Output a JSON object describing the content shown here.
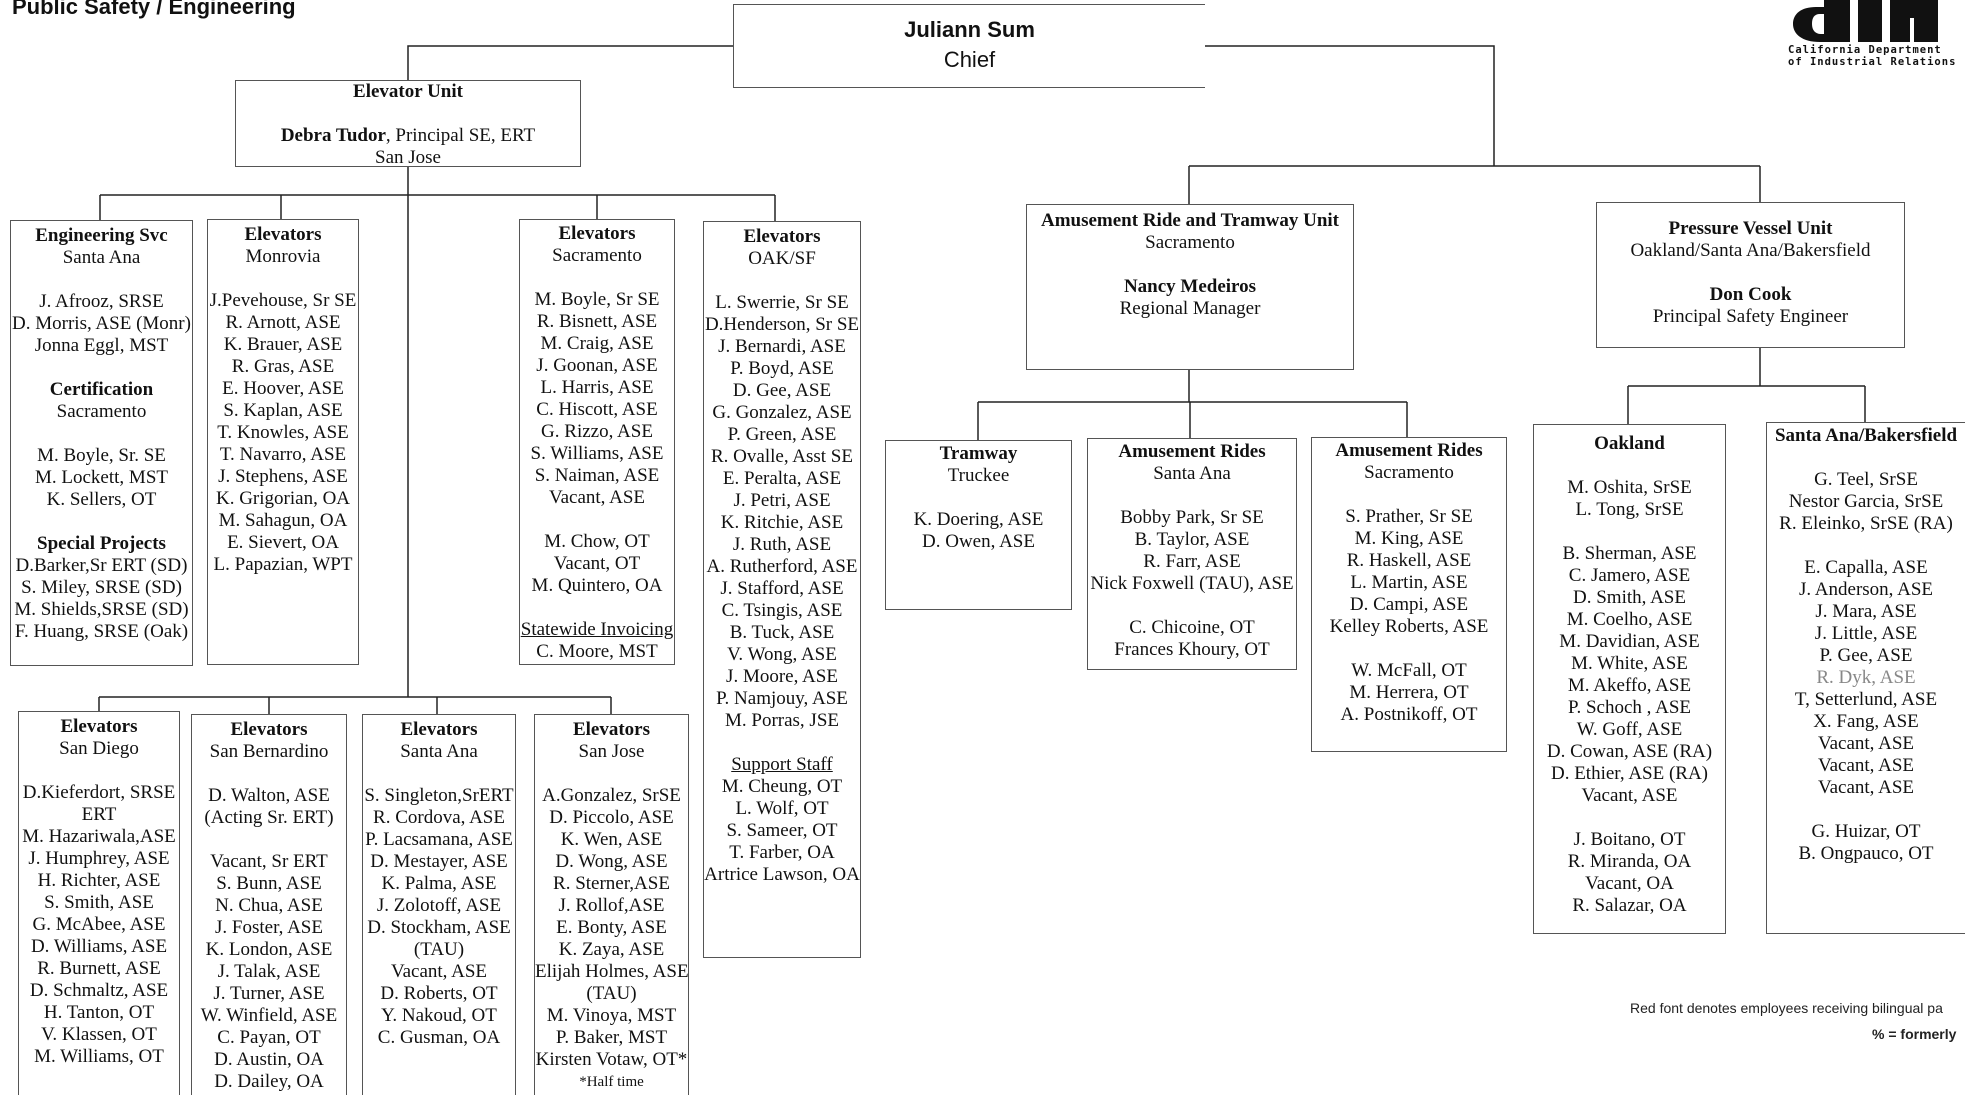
{
  "page_title": "Public Safety / Engineering",
  "logo": {
    "line1": "California Department",
    "line2": "of Industrial Relations"
  },
  "chief": {
    "name": "Juliann Sum",
    "title": "Chief"
  },
  "elevator_unit": {
    "heading": "Elevator Unit",
    "manager_name": "Debra Tudor",
    "manager_title": ", Principal SE, ERT",
    "location": "San Jose"
  },
  "boxes": {
    "engineering_svc": [
      {
        "t": "Engineering Svc",
        "s": "b"
      },
      {
        "t": "Santa Ana"
      },
      {
        "t": ""
      },
      {
        "t": "J. Afrooz, SRSE"
      },
      {
        "t": "D. Morris, ASE (Monr)"
      },
      {
        "t": "Jonna Eggl, MST"
      },
      {
        "t": ""
      },
      {
        "t": "Certification",
        "s": "b"
      },
      {
        "t": "Sacramento"
      },
      {
        "t": ""
      },
      {
        "t": "M. Boyle, Sr. SE"
      },
      {
        "t": "M. Lockett, MST"
      },
      {
        "t": "K. Sellers, OT"
      },
      {
        "t": ""
      },
      {
        "t": "Special Projects",
        "s": "b"
      },
      {
        "t": "D.Barker,Sr ERT (SD)"
      },
      {
        "t": "S. Miley, SRSE (SD)"
      },
      {
        "t": "M. Shields,SRSE (SD)"
      },
      {
        "t": "F. Huang, SRSE (Oak)"
      }
    ],
    "elevators_monrovia": [
      {
        "t": "Elevators",
        "s": "b"
      },
      {
        "t": "Monrovia"
      },
      {
        "t": ""
      },
      {
        "t": "J.Pevehouse, Sr SE"
      },
      {
        "t": "R. Arnott, ASE"
      },
      {
        "t": "K. Brauer, ASE"
      },
      {
        "t": "R. Gras, ASE"
      },
      {
        "t": "E. Hoover, ASE"
      },
      {
        "t": "S. Kaplan, ASE"
      },
      {
        "t": "T. Knowles, ASE"
      },
      {
        "t": "T. Navarro, ASE"
      },
      {
        "t": "J. Stephens, ASE"
      },
      {
        "t": "K. Grigorian, OA"
      },
      {
        "t": "M. Sahagun, OA"
      },
      {
        "t": "E. Sievert, OA"
      },
      {
        "t": "L. Papazian, WPT"
      }
    ],
    "elevators_sacramento": [
      {
        "t": "Elevators",
        "s": "b"
      },
      {
        "t": "Sacramento"
      },
      {
        "t": ""
      },
      {
        "t": "M. Boyle, Sr SE"
      },
      {
        "t": "R. Bisnett, ASE"
      },
      {
        "t": "M. Craig, ASE"
      },
      {
        "t": "J. Goonan, ASE"
      },
      {
        "t": "L. Harris, ASE"
      },
      {
        "t": "C. Hiscott, ASE"
      },
      {
        "t": "G. Rizzo, ASE"
      },
      {
        "t": "S. Williams, ASE"
      },
      {
        "t": "S. Naiman, ASE"
      },
      {
        "t": "Vacant, ASE"
      },
      {
        "t": ""
      },
      {
        "t": "M. Chow, OT"
      },
      {
        "t": "Vacant, OT"
      },
      {
        "t": "M. Quintero, OA"
      },
      {
        "t": ""
      },
      {
        "t": "Statewide Invoicing",
        "s": "u"
      },
      {
        "t": "C. Moore, MST"
      }
    ],
    "elevators_oaksf": [
      {
        "t": "Elevators",
        "s": "b"
      },
      {
        "t": "OAK/SF"
      },
      {
        "t": ""
      },
      {
        "t": "L. Swerrie, Sr SE"
      },
      {
        "t": "D.Henderson, Sr SE"
      },
      {
        "t": "J. Bernardi,  ASE"
      },
      {
        "t": "P. Boyd, ASE"
      },
      {
        "t": "D. Gee, ASE"
      },
      {
        "t": "G. Gonzalez, ASE"
      },
      {
        "t": "P. Green, ASE"
      },
      {
        "t": "R. Ovalle, Asst SE"
      },
      {
        "t": "E. Peralta, ASE"
      },
      {
        "t": "J. Petri, ASE"
      },
      {
        "t": "K. Ritchie, ASE"
      },
      {
        "t": "J. Ruth, ASE"
      },
      {
        "t": "A. Rutherford, ASE"
      },
      {
        "t": "J. Stafford, ASE"
      },
      {
        "t": "C. Tsingis, ASE"
      },
      {
        "t": "B. Tuck, ASE"
      },
      {
        "t": "V. Wong, ASE"
      },
      {
        "t": "J. Moore, ASE"
      },
      {
        "t": "P. Namjouy, ASE"
      },
      {
        "t": "M. Porras, JSE"
      },
      {
        "t": ""
      },
      {
        "t": "Support Staff",
        "s": "u"
      },
      {
        "t": "M. Cheung, OT"
      },
      {
        "t": "L. Wolf, OT"
      },
      {
        "t": "S. Sameer, OT"
      },
      {
        "t": "T. Farber, OA"
      },
      {
        "t": "Artrice Lawson, OA"
      }
    ],
    "elevators_sandiego": [
      {
        "t": "Elevators",
        "s": "b"
      },
      {
        "t": "San Diego"
      },
      {
        "t": ""
      },
      {
        "t": "D.Kieferdort, SRSE"
      },
      {
        "t": "ERT"
      },
      {
        "t": "M. Hazariwala,ASE"
      },
      {
        "t": "J. Humphrey, ASE"
      },
      {
        "t": "H. Richter, ASE"
      },
      {
        "t": "S. Smith, ASE"
      },
      {
        "t": "G. McAbee, ASE"
      },
      {
        "t": "D. Williams, ASE"
      },
      {
        "t": "R. Burnett, ASE"
      },
      {
        "t": "D. Schmaltz, ASE"
      },
      {
        "t": "H. Tanton, OT"
      },
      {
        "t": "V. Klassen, OT"
      },
      {
        "t": "M. Williams, OT"
      }
    ],
    "elevators_sanbernardino": [
      {
        "t": "Elevators",
        "s": "b"
      },
      {
        "t": "San Bernardino"
      },
      {
        "t": ""
      },
      {
        "t": "D. Walton, ASE"
      },
      {
        "t": "(Acting Sr. ERT)"
      },
      {
        "t": ""
      },
      {
        "t": "Vacant, Sr ERT"
      },
      {
        "t": "S. Bunn, ASE"
      },
      {
        "t": "N. Chua, ASE"
      },
      {
        "t": "J. Foster, ASE"
      },
      {
        "t": "K. London, ASE"
      },
      {
        "t": "J. Talak, ASE"
      },
      {
        "t": "J. Turner, ASE"
      },
      {
        "t": "W. Winfield, ASE"
      },
      {
        "t": "C. Payan, OT"
      },
      {
        "t": "D. Austin, OA"
      },
      {
        "t": "D. Dailey, OA"
      }
    ],
    "elevators_santaana": [
      {
        "t": "Elevators",
        "s": "b"
      },
      {
        "t": "Santa Ana"
      },
      {
        "t": ""
      },
      {
        "t": "S. Singleton,SrERT"
      },
      {
        "t": "R. Cordova, ASE"
      },
      {
        "t": "P. Lacsamana, ASE"
      },
      {
        "t": "D. Mestayer, ASE"
      },
      {
        "t": "K. Palma, ASE"
      },
      {
        "t": "J. Zolotoff, ASE"
      },
      {
        "t": "D. Stockham, ASE"
      },
      {
        "t": "(TAU)"
      },
      {
        "t": "Vacant, ASE"
      },
      {
        "t": "D. Roberts, OT"
      },
      {
        "t": "Y. Nakoud,  OT"
      },
      {
        "t": "C. Gusman, OA"
      }
    ],
    "elevators_sanjose": [
      {
        "t": "Elevators",
        "s": "b"
      },
      {
        "t": "San Jose"
      },
      {
        "t": ""
      },
      {
        "t": "A.Gonzalez, SrSE"
      },
      {
        "t": "D. Piccolo, ASE"
      },
      {
        "t": "K. Wen, ASE"
      },
      {
        "t": "D. Wong, ASE"
      },
      {
        "t": "R. Sterner,ASE"
      },
      {
        "t": "J. Rollof,ASE"
      },
      {
        "t": "E. Bonty, ASE"
      },
      {
        "t": "K. Zaya, ASE"
      },
      {
        "t": "Elijah Holmes, ASE"
      },
      {
        "t": "(TAU)"
      },
      {
        "t": "M. Vinoya, MST"
      },
      {
        "t": "P. Baker, MST"
      },
      {
        "t": "Kirsten Votaw, OT*"
      },
      {
        "t": "*Half time",
        "s": "sm"
      }
    ],
    "amusement_unit": [
      {
        "t": "Amusement Ride and Tramway Unit",
        "s": "b"
      },
      {
        "t": "Sacramento"
      },
      {
        "t": ""
      },
      {
        "t": "Nancy Medeiros",
        "s": "b"
      },
      {
        "t": "Regional Manager"
      }
    ],
    "tramway_truckee": [
      {
        "t": "Tramway",
        "s": "b"
      },
      {
        "t": "Truckee"
      },
      {
        "t": ""
      },
      {
        "t": "K. Doering, ASE"
      },
      {
        "t": "D. Owen, ASE"
      }
    ],
    "amusement_santaana": [
      {
        "t": "Amusement Rides",
        "s": "b"
      },
      {
        "t": "Santa Ana"
      },
      {
        "t": ""
      },
      {
        "t": "Bobby Park, Sr  SE"
      },
      {
        "t": "B. Taylor, ASE"
      },
      {
        "t": "R. Farr, ASE"
      },
      {
        "t": "Nick Foxwell (TAU), ASE"
      },
      {
        "t": ""
      },
      {
        "t": "C. Chicoine, OT"
      },
      {
        "t": "Frances Khoury, OT"
      }
    ],
    "amusement_sacramento": [
      {
        "t": "Amusement Rides",
        "s": "b"
      },
      {
        "t": "Sacramento"
      },
      {
        "t": ""
      },
      {
        "t": "S. Prather, Sr SE"
      },
      {
        "t": "M. King, ASE"
      },
      {
        "t": "R. Haskell, ASE"
      },
      {
        "t": "L. Martin, ASE"
      },
      {
        "t": "D. Campi, ASE"
      },
      {
        "t": "Kelley Roberts, ASE"
      },
      {
        "t": ""
      },
      {
        "t": "W. McFall, OT"
      },
      {
        "t": "M. Herrera, OT"
      },
      {
        "t": "A. Postnikoff, OT"
      }
    ],
    "pressure_unit": [
      {
        "t": "Pressure Vessel Unit",
        "s": "b"
      },
      {
        "t": "Oakland/Santa Ana/Bakersfield"
      },
      {
        "t": ""
      },
      {
        "t": "Don Cook",
        "s": "b"
      },
      {
        "t": "Principal Safety Engineer"
      }
    ],
    "oakland": [
      {
        "t": "Oakland",
        "s": "b"
      },
      {
        "t": ""
      },
      {
        "t": "M. Oshita, SrSE"
      },
      {
        "t": "L. Tong, SrSE"
      },
      {
        "t": ""
      },
      {
        "t": "B. Sherman, ASE"
      },
      {
        "t": "C. Jamero, ASE"
      },
      {
        "t": "D. Smith, ASE"
      },
      {
        "t": "M. Coelho, ASE"
      },
      {
        "t": "M. Davidian, ASE"
      },
      {
        "t": "M. White, ASE"
      },
      {
        "t": "M. Akeffo, ASE"
      },
      {
        "t": "P. Schoch , ASE"
      },
      {
        "t": "W. Goff, ASE"
      },
      {
        "t": "D. Cowan, ASE (RA)"
      },
      {
        "t": "D. Ethier, ASE (RA)"
      },
      {
        "t": "Vacant, ASE"
      },
      {
        "t": ""
      },
      {
        "t": "J. Boitano, OT"
      },
      {
        "t": "R. Miranda, OA"
      },
      {
        "t": "Vacant, OA"
      },
      {
        "t": "R. Salazar, OA"
      }
    ],
    "santaana_bakersfield": [
      {
        "t": "Santa Ana/Bakersfield",
        "s": "b"
      },
      {
        "t": ""
      },
      {
        "t": "G. Teel, SrSE"
      },
      {
        "t": "Nestor Garcia, SrSE"
      },
      {
        "t": "R. Eleinko, SrSE (RA)"
      },
      {
        "t": ""
      },
      {
        "t": "E. Capalla, ASE"
      },
      {
        "t": "J. Anderson, ASE"
      },
      {
        "t": "J. Mara,  ASE"
      },
      {
        "t": "J. Little, ASE"
      },
      {
        "t": "P. Gee, ASE"
      },
      {
        "t": "R. Dyk, ASE",
        "s": "gray"
      },
      {
        "t": "T, Setterlund, ASE"
      },
      {
        "t": "X. Fang, ASE"
      },
      {
        "t": "Vacant, ASE"
      },
      {
        "t": "Vacant, ASE"
      },
      {
        "t": "Vacant, ASE"
      },
      {
        "t": ""
      },
      {
        "t": "G. Huizar,  OT"
      },
      {
        "t": "B. Ongpauco, OT"
      }
    ]
  },
  "footnotes": {
    "red_font": "Red font denotes employees receiving bilingual pa",
    "formerly": "% = formerly"
  },
  "colors": {
    "border": "#555555",
    "line": "#222222",
    "text": "#111111"
  }
}
